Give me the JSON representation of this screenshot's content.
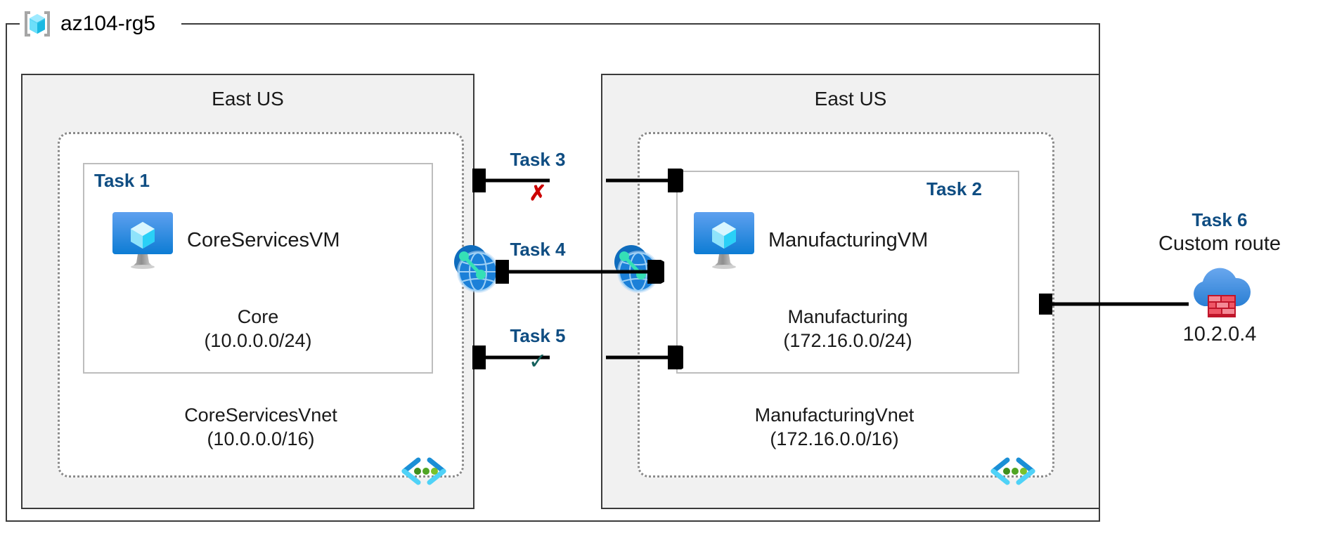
{
  "resource_group": {
    "name": "az104-rg5",
    "icon": "azure-resource-group-icon"
  },
  "regions": [
    {
      "id": "left",
      "label": "East US"
    },
    {
      "id": "right",
      "label": "East US"
    }
  ],
  "vnets": [
    {
      "id": "core",
      "name": "CoreServicesVnet",
      "cidr": "(10.0.0.0/16)",
      "icon": "vnet-icon",
      "subnet": {
        "task": "Task 1",
        "name": "Core",
        "cidr": "(10.0.0.0/24)",
        "vm": {
          "task": "Task 1",
          "name": "CoreServicesVM",
          "icon": "virtual-machine-icon"
        }
      }
    },
    {
      "id": "manufacturing",
      "name": "ManufacturingVnet",
      "cidr": "(172.16.0.0/16)",
      "icon": "vnet-icon",
      "subnet": {
        "task": "Task 2",
        "name": "Manufacturing",
        "cidr": "(172.16.0.0/24)",
        "vm": {
          "task": "Task 2",
          "name": "ManufacturingVM",
          "icon": "virtual-machine-icon"
        }
      }
    }
  ],
  "connections": [
    {
      "id": "task3",
      "label": "Task 3",
      "status_mark": "✗",
      "status": "blocked",
      "direction": "bidirectional"
    },
    {
      "id": "task4",
      "label": "Task 4",
      "status_mark": "",
      "status": "peering",
      "direction": "bidirectional"
    },
    {
      "id": "task5",
      "label": "Task 5",
      "status_mark": "✓",
      "status": "allowed",
      "direction": "bidirectional"
    }
  ],
  "peering_icons": [
    {
      "id": "peering-left",
      "icon": "vnet-peering-icon"
    },
    {
      "id": "peering-right",
      "icon": "vnet-peering-icon"
    }
  ],
  "custom_route": {
    "task": "Task 6",
    "title": "Custom route",
    "ip": "10.2.0.4",
    "icon": "firewall-cloud-icon"
  },
  "colors": {
    "task_blue": "#0f4d82",
    "mark_red": "#cc0000",
    "mark_green": "#14605c",
    "region_fill": "#f1f1f1",
    "frame_stroke": "#3b3b3b",
    "vnet_dotted": "#8a8a8a",
    "subnet_stroke": "#bdbdbd",
    "azure_blue": "#0078d4",
    "cyan": "#32c8f0",
    "brick_red": "#e01b24"
  }
}
